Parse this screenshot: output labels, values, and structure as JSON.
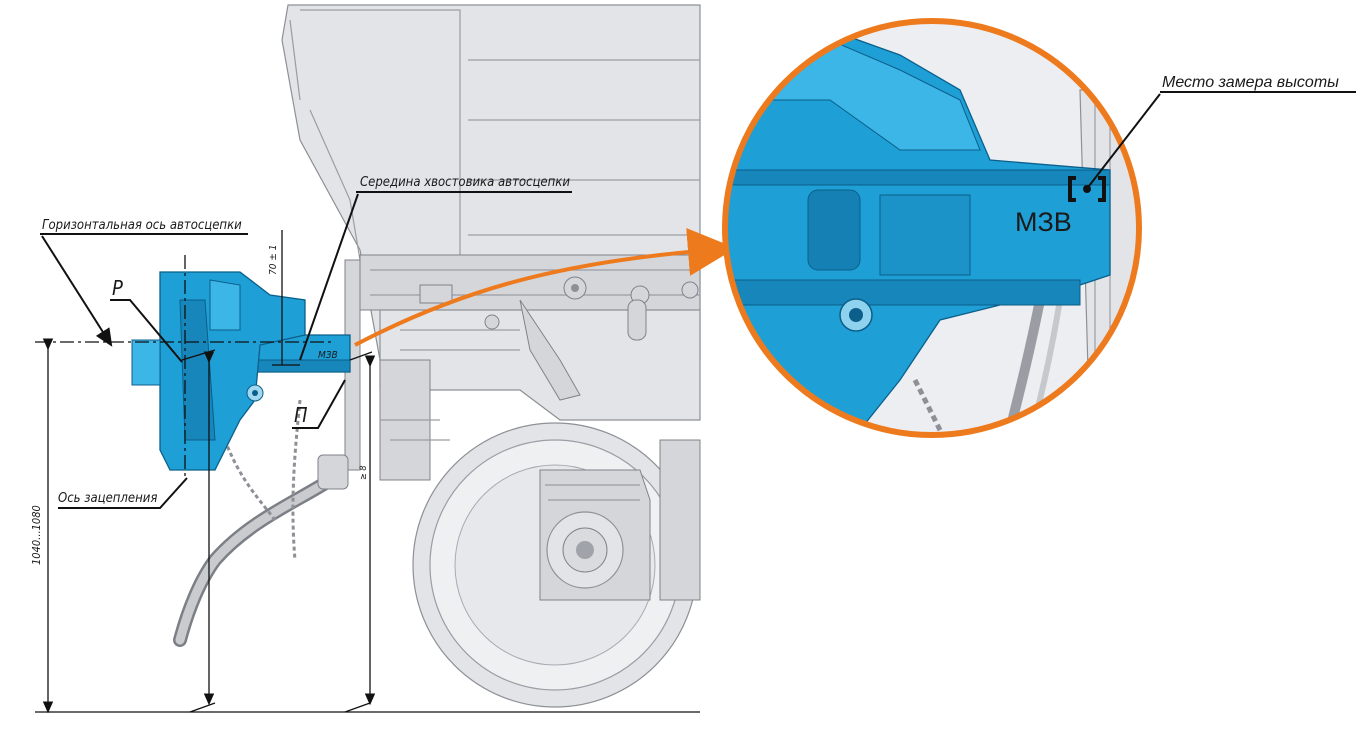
{
  "labels": {
    "horizontal_axis": "Горизонтальная ось автосцепки",
    "shank_middle": "Середина хвостовика автосцепки",
    "coupling_axis": "Ось зацепления",
    "letter_p_latin": "Р",
    "letter_p_cyr": "П",
    "mzv_small": "МЗВ",
    "dim_70": "70 ± 1",
    "dim_height": "1040...1080",
    "dim_small_vertical": "≥ 8"
  },
  "zoom": {
    "title": "Место замера высоты",
    "mzv": "МЗВ"
  },
  "colors": {
    "accent": "#ee7a1e",
    "coupler_blue": "#1e9fd6",
    "body_grey": "#e3e4e7",
    "line": "#111111"
  }
}
